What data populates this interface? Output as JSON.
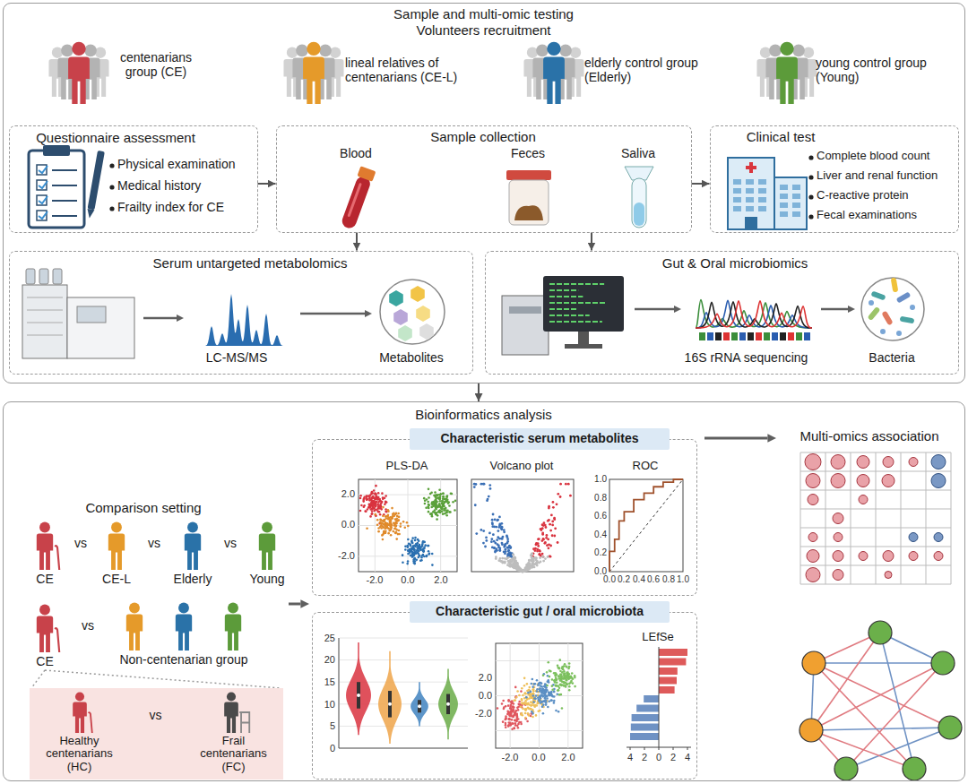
{
  "diagram": {
    "nodes": [
      {
        "text": [
          "Sample and multi-omic testing",
          "Volunteers recruitment"
        ]
      },
      {
        "text": [
          "Questionnaire assessment",
          "Physical examination",
          "Medical history",
          "Frailty index for CE"
        ],
        "in": 0
      },
      {
        "text": [
          "Sample collection",
          "Blood",
          "Feces",
          "Saliva"
        ],
        "in": 0
      },
      {
        "text": [
          "Clinical test",
          "Complete blood count",
          "Liver and renal function",
          "C-reactive protein",
          "Fecal examinations"
        ],
        "in": 0
      },
      {
        "text": [
          "Serum untargeted metabolomics",
          "LC-MS/MS",
          "Metabolites"
        ],
        "in": 0
      },
      {
        "text": [
          "Gut & Oral microbiomics",
          "16S rRNA sequencing",
          "Bacteria"
        ],
        "in": 0
      },
      {
        "text": [
          "Bioinformatics analysis"
        ]
      },
      {
        "text": [
          "Healthy centenarians (HC)",
          "vs",
          "Frail centenarians (FC)"
        ],
        "in": 6
      },
      {
        "text": [
          "PLS-DA",
          "Volcano plot",
          "ROC"
        ],
        "in": 6
      },
      {
        "text": [
          "Characteristic serum metabolites"
        ],
        "in": 8
      },
      {
        "text": [
          "LEfSe"
        ],
        "in": 6
      },
      {
        "text": [
          "Characteristic gut / oral microbiota"
        ],
        "in": 10
      }
    ],
    "edges": [
      {
        "from": 1,
        "to": 2,
        "arrow": "to"
      },
      {
        "from": 2,
        "to": 3,
        "arrow": "to"
      },
      {
        "from": 2,
        "to": 4,
        "arrow": "to"
      },
      {
        "from": 2,
        "to": 5,
        "arrow": "to"
      },
      {
        "from": 0,
        "to": 6,
        "arrow": "to"
      }
    ],
    "labels": [
      "centenarians group (CE)",
      "lineal relatives of centenarians (CE-L)",
      "elderly control group (Elderly)",
      "young control group (Young)",
      "Comparison setting",
      "CE",
      "vs",
      "CE-L",
      "vs",
      "Elderly",
      "vs",
      "Young",
      "CE",
      "vs",
      "Non-centenarian group",
      "Multi-omics association",
      "2.0",
      "0.0",
      "-2.0",
      "-2.0",
      "0.0",
      "2.0",
      "1.0",
      "0.8",
      "0.6",
      "0.4",
      "0.2",
      "0.0",
      "0.0",
      "0.2",
      "0.4",
      "0.6",
      "0.8",
      "1.0",
      "25",
      "20",
      "15",
      "10",
      "5",
      "0",
      "2.0",
      "0.0",
      "-2.0",
      "-2.0",
      "0.0",
      "2.0",
      "4",
      "2",
      "0",
      "2",
      "4"
    ]
  }
}
